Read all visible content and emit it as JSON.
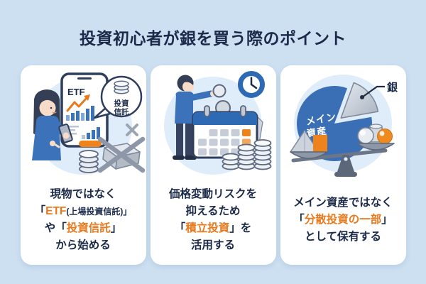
{
  "page": {
    "title": "投資初心者が銀を買う際のポイント",
    "colors": {
      "background": "#cde0f2",
      "card_background": "#ffffff",
      "heading_text": "#1b2a49",
      "accent_orange": "#e8791d",
      "illustration_blue": "#3b72ba",
      "illustration_light_blue": "#dfecf9",
      "silver_gray": "#c6cdd7"
    }
  },
  "cards": [
    {
      "id": "etf-investment-trust",
      "illustration": {
        "description": "woman-checking-smartphone-etf-chart-with-crossed-silver-ingot",
        "icons": [
          "smartphone-icon",
          "etf-chart-icon",
          "speech-bubble-icon",
          "coin-stack-icon",
          "silver-ingot-icon",
          "cross-mark-icon"
        ],
        "phone_label": "ETF",
        "bubble_line1": "投資",
        "bubble_line2": "信託"
      },
      "lines": [
        {
          "segments": [
            {
              "text": "現物ではなく",
              "color": "navy"
            }
          ]
        },
        {
          "segments": [
            {
              "text": "「",
              "color": "navy"
            },
            {
              "text": "ETF",
              "color": "orange"
            },
            {
              "text": "(上場投資信託)」",
              "color": "navy",
              "size": "small"
            }
          ]
        },
        {
          "segments": [
            {
              "text": "や「",
              "color": "navy"
            },
            {
              "text": "投資信託",
              "color": "orange"
            },
            {
              "text": "」",
              "color": "navy"
            }
          ]
        },
        {
          "segments": [
            {
              "text": "から始める",
              "color": "navy"
            }
          ]
        }
      ]
    },
    {
      "id": "tsumitate-investment",
      "illustration": {
        "description": "man-putting-coin-into-calendar-with-clock-and-coin-stacks",
        "icons": [
          "clock-icon",
          "calendar-icon",
          "coin-icon",
          "coin-stack-icon"
        ],
        "phone_label": "",
        "bubble_line1": "",
        "bubble_line2": ""
      },
      "lines": [
        {
          "segments": [
            {
              "text": "価格変動リスクを",
              "color": "navy"
            }
          ]
        },
        {
          "segments": [
            {
              "text": "抑えるため",
              "color": "navy"
            }
          ]
        },
        {
          "segments": [
            {
              "text": "「",
              "color": "navy"
            },
            {
              "text": "積立投資",
              "color": "orange"
            },
            {
              "text": "」を",
              "color": "navy"
            }
          ]
        },
        {
          "segments": [
            {
              "text": "活用する",
              "color": "navy"
            }
          ]
        }
      ]
    },
    {
      "id": "diversified-holding",
      "illustration": {
        "description": "pie-chart-with-silver-slice-and-balance-scale",
        "icons": [
          "pie-chart-icon",
          "balance-scale-icon",
          "pyramid-icon",
          "cube-icon",
          "sphere-icon"
        ],
        "pie_main_line1": "メイン",
        "pie_main_line2": "資産",
        "slice_label": "銀"
      },
      "lines": [
        {
          "segments": [
            {
              "text": "メイン資産ではなく",
              "color": "navy"
            }
          ]
        },
        {
          "segments": [
            {
              "text": "「",
              "color": "navy"
            },
            {
              "text": "分散投資の一部",
              "color": "orange"
            },
            {
              "text": "」",
              "color": "navy"
            }
          ]
        },
        {
          "segments": [
            {
              "text": "として保有する",
              "color": "navy"
            }
          ]
        }
      ]
    }
  ]
}
